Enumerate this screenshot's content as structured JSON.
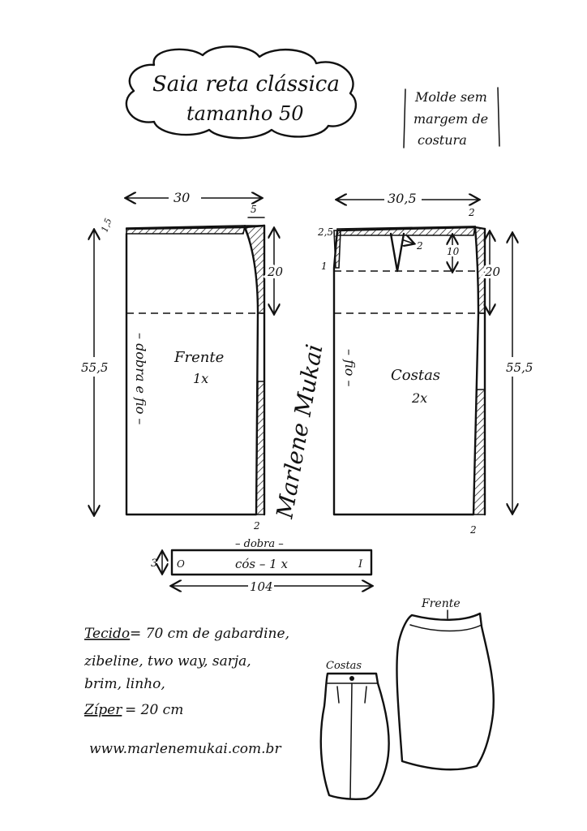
{
  "title": {
    "line1": "Saia reta clássica",
    "line2": "tamanho 50"
  },
  "note": {
    "line1": "Molde sem",
    "line2": "margem de",
    "line3": "costura"
  },
  "front_piece": {
    "label": "Frente",
    "count": "1x",
    "width_measure": "30",
    "waist_rise": "1,5",
    "dart_width": "5",
    "hip_depth": "20",
    "length": "55,5",
    "hem_offset": "2",
    "fold_note": "– dobra e fio –"
  },
  "back_piece": {
    "label": "Costas",
    "count": "2x",
    "width_measure": "30,5",
    "center_rise": "2,5",
    "side_offset": "2",
    "dart_width": "2",
    "dart_length": "10",
    "center_offset": "1",
    "hip_depth": "20",
    "length": "55,5",
    "hem_offset": "2",
    "grain_note": "– fio –"
  },
  "waistband": {
    "fold_label": "– dobra –",
    "label": "cós – 1 x",
    "height": "3",
    "length": "104",
    "start_mark": "O",
    "end_mark": "I"
  },
  "materials": {
    "fabric_label": "Tecido",
    "fabric_text": "= 70 cm de gabardine,",
    "fabric_line2": "zibeline, two way, sarja,",
    "fabric_line3": "brim, linho,",
    "zipper_label": "Zíper",
    "zipper_text": "= 20 cm"
  },
  "website": "www.marlenemukai.com.br",
  "signature": "Marlene Mukai",
  "illustrations": {
    "front_label": "Frente",
    "back_label": "Costas"
  }
}
